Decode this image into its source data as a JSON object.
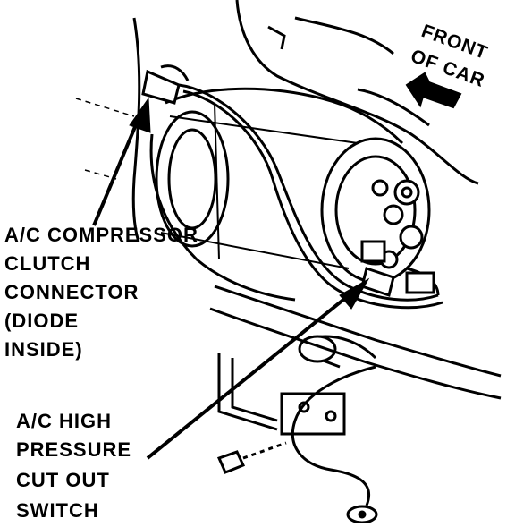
{
  "diagram": {
    "front_label_lines": [
      "FRONT",
      "OF CAR"
    ],
    "labels": [
      {
        "id": "compressor-clutch-connector",
        "lines": [
          "A/C COMPRESSOR",
          "CLUTCH",
          "CONNECTOR",
          "(DIODE",
          "INSIDE)"
        ]
      },
      {
        "id": "high-pressure-cut-out-switch",
        "lines": [
          "A/C HIGH",
          "PRESSURE",
          "CUT OUT",
          "SWITCH"
        ]
      }
    ],
    "colors": {
      "ink": "#000000",
      "paper": "#ffffff"
    }
  }
}
